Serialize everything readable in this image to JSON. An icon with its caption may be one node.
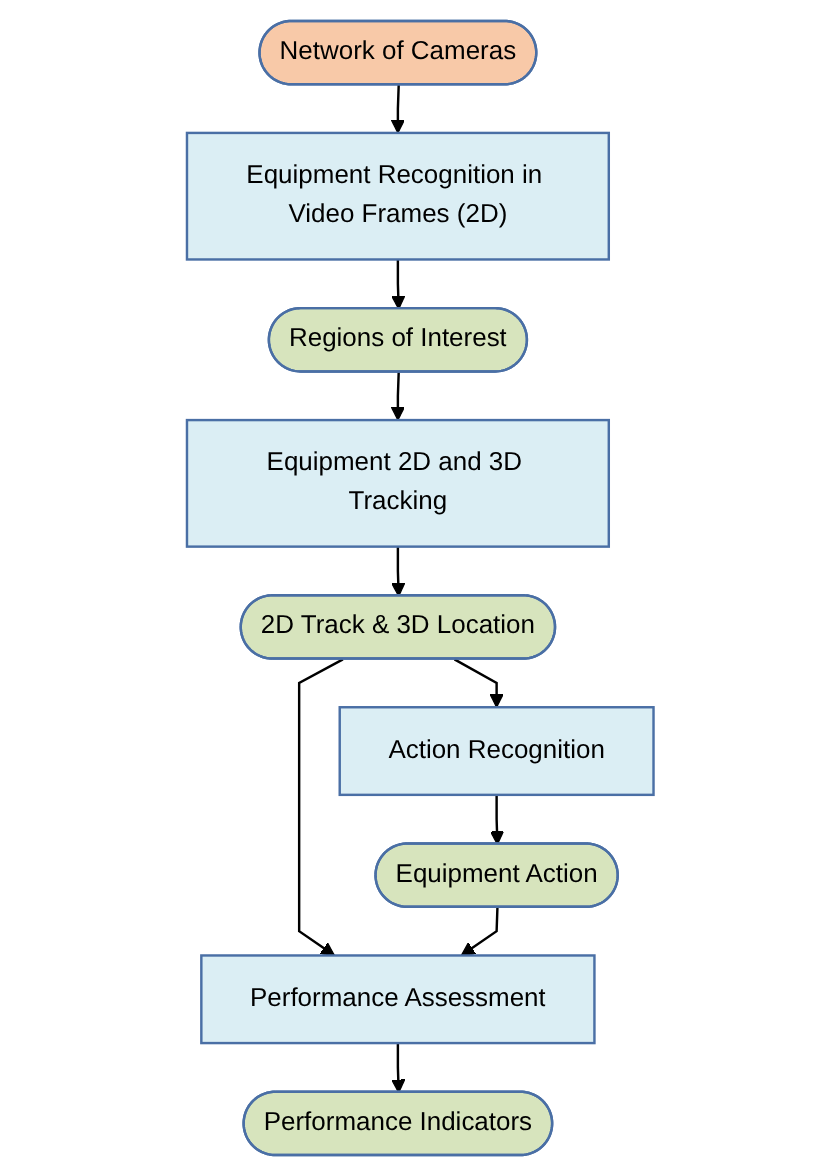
{
  "diagram": {
    "nodes": [
      {
        "text": [
          "Network of Cameras"
        ]
      },
      {
        "text": [
          "Equipment Recognition in Video Frames (2D)"
        ]
      },
      {
        "text": [
          "Equipment 2D and 3D Tracking"
        ]
      },
      {
        "text": [
          "Regions of Interest"
        ]
      },
      {
        "text": [
          "2D Track & 3D Location"
        ]
      },
      {
        "text": [
          "Action Recognition"
        ]
      },
      {
        "text": [
          "Performance Assessment"
        ]
      },
      {
        "text": [
          "Equipment Action"
        ]
      },
      {
        "text": [
          "Performance Indicators"
        ]
      }
    ],
    "edges": [
      {
        "from": 0,
        "to": 1,
        "arrow": "to"
      },
      {
        "from": 1,
        "to": 3,
        "arrow": "to"
      },
      {
        "from": 3,
        "to": 2,
        "arrow": "to"
      },
      {
        "from": 2,
        "to": 4,
        "arrow": "to"
      },
      {
        "from": 4,
        "to": 5,
        "arrow": "to"
      },
      {
        "from": 5,
        "to": 7,
        "arrow": "to"
      },
      {
        "from": 4,
        "to": 6,
        "arrow": "to"
      },
      {
        "from": 7,
        "to": 6,
        "arrow": "to"
      },
      {
        "from": 6,
        "to": 8,
        "arrow": "to"
      }
    ]
  }
}
